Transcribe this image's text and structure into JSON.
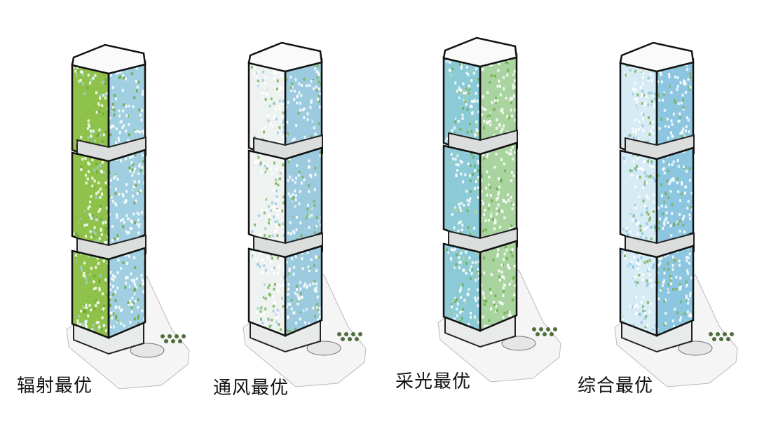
{
  "towers": [
    {
      "label": "辐射最优",
      "base_color": "#8fc24a",
      "alt_color": "#9fcfe0",
      "accent_color": "#6ea83a",
      "light_share": 0.35
    },
    {
      "label": "通风最优",
      "base_color": "#eef3f1",
      "alt_color": "#9ccbe0",
      "accent_color": "#7ab35a",
      "light_share": 0.3
    },
    {
      "label": "采光最优",
      "base_color": "#8ccad8",
      "alt_color": "#a9d4a0",
      "accent_color": "#6fae4a",
      "light_share": 0.4
    },
    {
      "label": "综合最优",
      "base_color": "#d6ebf3",
      "alt_color": "#8cc6e0",
      "accent_color": "#79b25a",
      "light_share": 0.3
    }
  ]
}
